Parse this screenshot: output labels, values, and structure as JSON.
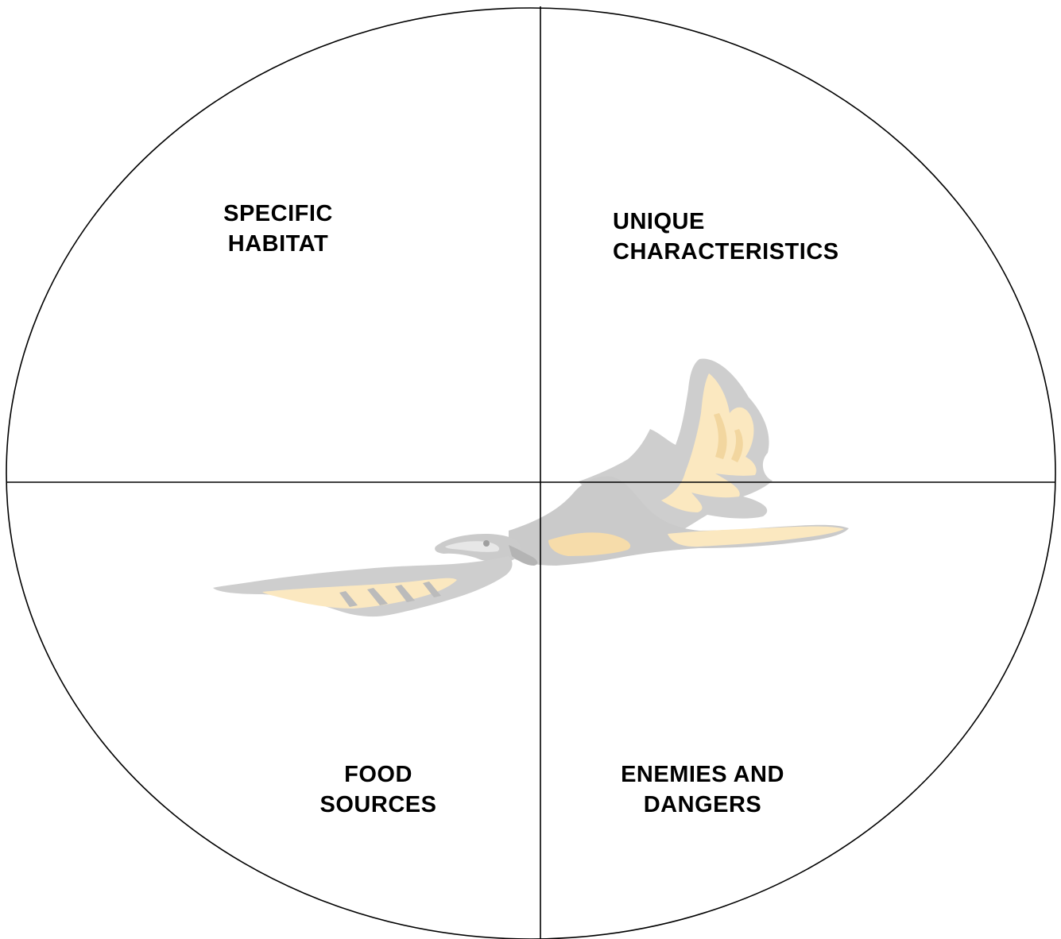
{
  "quadrants": {
    "top_left": {
      "line1": "SPECIFIC",
      "line2": "HABITAT"
    },
    "top_right": {
      "line1": "UNIQUE",
      "line2": "CHARACTERISTICS"
    },
    "bottom_left": {
      "line1": "FOOD",
      "line2": "SOURCES"
    },
    "bottom_right": {
      "line1": "ENEMIES AND",
      "line2": "DANGERS"
    }
  },
  "watermark": {
    "icon": "eagle-icon",
    "colors": {
      "gray": "#c9c9c9",
      "cream": "#fbe9c0",
      "tan": "#f4d9a0",
      "dark": "#b5b5b5"
    }
  },
  "colors": {
    "outline": "#000000",
    "background": "#ffffff",
    "text": "#000000"
  }
}
